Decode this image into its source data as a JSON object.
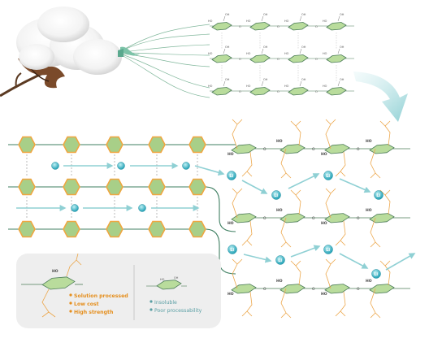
{
  "ion_label": "Li",
  "legend": {
    "good_properties": [
      "Solution processed",
      "Low cost",
      "High strength"
    ],
    "bad_properties": [
      "Insoluble",
      "Poor processability"
    ]
  },
  "colors": {
    "hexagon_fill": "#a8cf88",
    "hexagon_stroke": "#f0a640",
    "chain_line": "#3f7f62",
    "ion_fill": "#37b3c6",
    "arrow": "#8fd0d4",
    "acetyl": "#eca64a",
    "ring_fill": "#b9dc9c",
    "ring_line": "#4c7c58",
    "legend_bg": "#eeeeee",
    "good_text": "#e58e1c",
    "bad_text": "#5a9fa4"
  },
  "labels": {
    "hydroxyl": "HO",
    "hydroxyl_right": "OH",
    "oxygen": "O"
  }
}
